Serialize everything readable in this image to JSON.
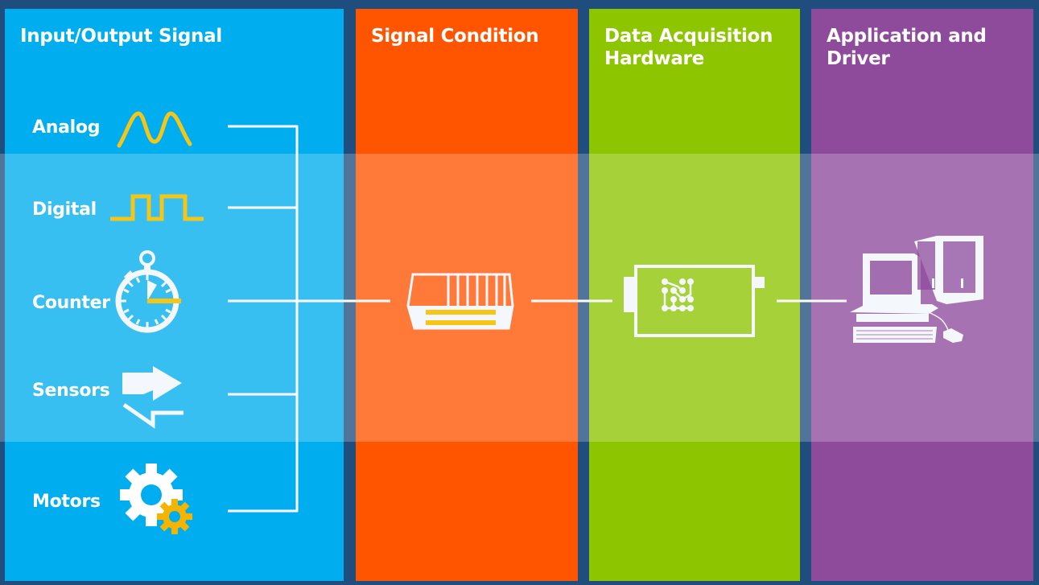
{
  "columns": [
    {
      "id": "io",
      "title": "Input/Output Signal",
      "color": "#00AEEF"
    },
    {
      "id": "signal-condition",
      "title": "Signal Condition",
      "color": "#FF5500"
    },
    {
      "id": "daq",
      "title": "Data Acquisition Hardware",
      "title_lines": [
        "Data Acquisition",
        "Hardware"
      ],
      "color": "#8DC500"
    },
    {
      "id": "app",
      "title": "Application and Driver",
      "title_lines": [
        "Application and",
        "Driver"
      ],
      "color": "#8E4B9C"
    }
  ],
  "signals": [
    {
      "label": "Analog",
      "icon": "sine-wave-icon"
    },
    {
      "label": "Digital",
      "icon": "square-wave-icon"
    },
    {
      "label": "Counter",
      "icon": "stopwatch-icon"
    },
    {
      "label": "Sensors",
      "icon": "sensor-arrows-icon"
    },
    {
      "label": "Motors",
      "icon": "gears-icon"
    }
  ],
  "stage_icons": {
    "signal_condition": "signal-conditioning-module-icon",
    "daq": "daq-board-icon",
    "app": "desktop-computer-icon"
  },
  "colors": {
    "background": "#1F4E7E",
    "accent_yellow": "#F5C518",
    "line": "#FFFFFF"
  }
}
